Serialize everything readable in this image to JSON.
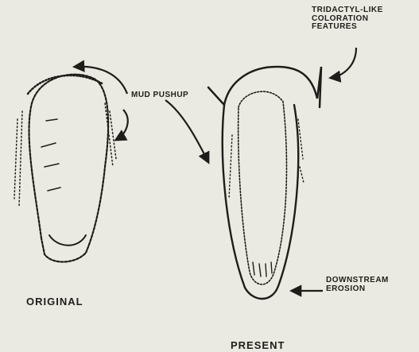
{
  "labels": {
    "tridactyl": [
      "TRIDACTYL-LIKE",
      "COLORATION",
      "FEATURES"
    ],
    "mud_pushup": "MUD PUSHUP",
    "downstream": [
      "DOWNSTREAM",
      "EROSION"
    ],
    "original": "ORIGINAL",
    "present": "PRESENT"
  },
  "colors": {
    "ink": "#1f1d1a",
    "paper": "#ebeae2"
  }
}
